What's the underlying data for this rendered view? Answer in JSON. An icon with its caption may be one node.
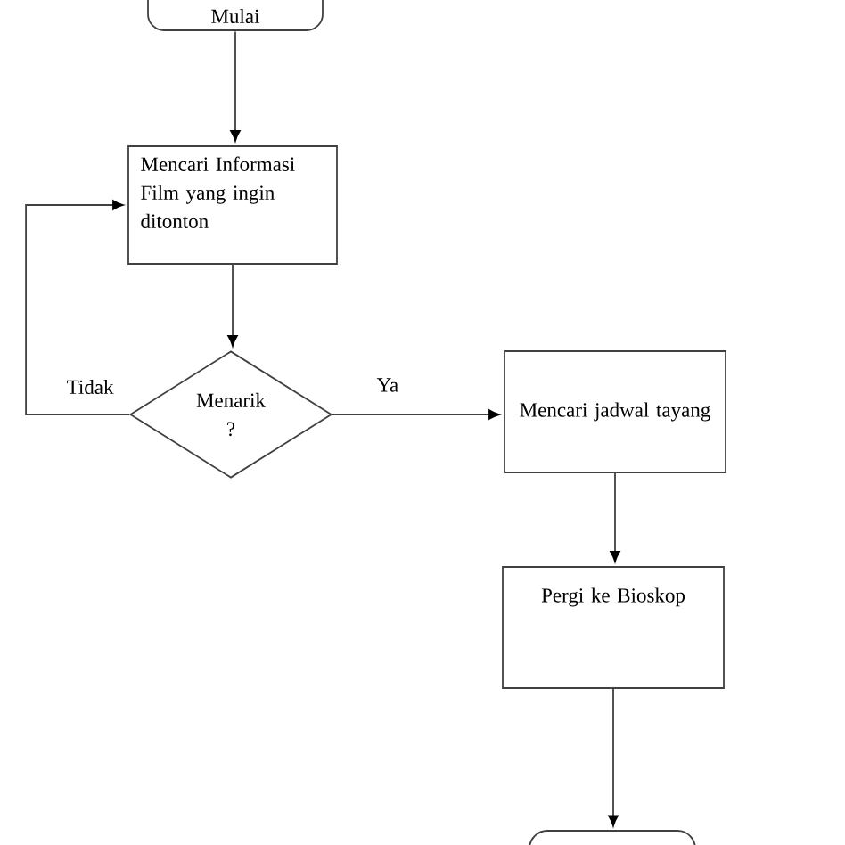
{
  "diagram": {
    "nodes": [
      {
        "text": [
          "Mulai"
        ]
      },
      {
        "text": [
          "Mencari Informasi Film yang ingin ditonton"
        ]
      },
      {
        "text": [
          "Menarik ?"
        ]
      },
      {
        "text": [
          "Mencari jadwal tayang"
        ]
      },
      {
        "text": [
          "Pergi ke Bioskop"
        ]
      },
      {
        "text": [],
        "shape": "box"
      }
    ],
    "edges": [
      {
        "from": 0,
        "to": 1,
        "arrow": "to"
      },
      {
        "from": 1,
        "to": 2,
        "arrow": "to"
      },
      {
        "from": 2,
        "to": 1,
        "label": "Tidak",
        "arrow": "to"
      },
      {
        "from": 2,
        "to": 3,
        "label": "Ya",
        "arrow": "to"
      },
      {
        "from": 3,
        "to": 4,
        "arrow": "to"
      },
      {
        "from": 4,
        "to": 5,
        "arrow": "to"
      }
    ]
  }
}
